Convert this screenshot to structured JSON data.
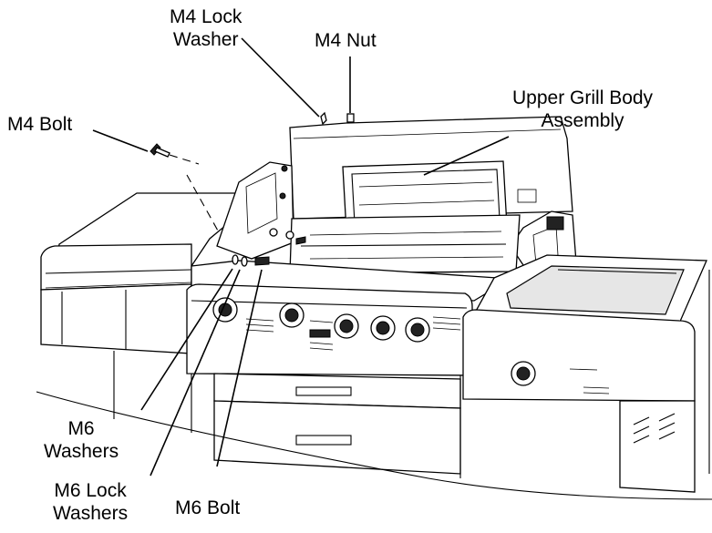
{
  "labels": {
    "m4_lock_washer": [
      "M4 Lock",
      "Washer"
    ],
    "m4_nut": "M4 Nut",
    "upper_grill_body": [
      "Upper Grill Body",
      "Assembly"
    ],
    "m4_bolt": "M4 Bolt",
    "m6_washers": [
      "M6",
      "Washers"
    ],
    "m6_lock_washers": [
      "M6 Lock",
      "Washers"
    ],
    "m6_bolt": "M6 Bolt"
  }
}
